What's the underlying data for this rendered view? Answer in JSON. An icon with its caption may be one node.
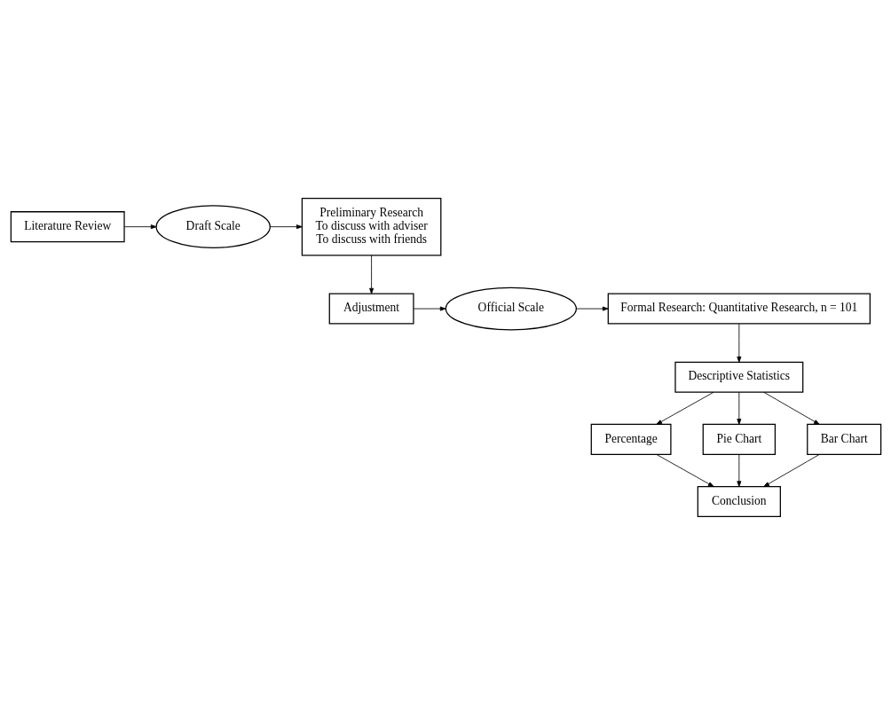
{
  "diagram": {
    "nodes": [
      {
        "text": [
          "Literature Review"
        ]
      },
      {
        "text": [
          "Draft Scale"
        ]
      },
      {
        "text": [
          "Preliminary Research",
          "To discuss with adviser",
          "To discuss with friends"
        ]
      },
      {
        "text": [
          "Adjustment"
        ]
      },
      {
        "text": [
          "Official Scale"
        ]
      },
      {
        "text": [
          "Formal Research: Quantitative Research, n = 101"
        ]
      },
      {
        "text": [
          "Descriptive Statistics"
        ]
      },
      {
        "text": [
          "Percentage"
        ]
      },
      {
        "text": [
          "Pie Chart"
        ]
      },
      {
        "text": [
          "Bar Chart"
        ]
      },
      {
        "text": [
          "Conclusion"
        ]
      }
    ],
    "edges": [
      {
        "from": 0,
        "to": 1,
        "arrow": "to"
      },
      {
        "from": 1,
        "to": 2,
        "arrow": "to"
      },
      {
        "from": 2,
        "to": 3,
        "arrow": "to"
      },
      {
        "from": 3,
        "to": 4,
        "arrow": "to"
      },
      {
        "from": 4,
        "to": 5,
        "arrow": "to"
      },
      {
        "from": 5,
        "to": 6,
        "arrow": "to"
      },
      {
        "from": 6,
        "to": 7,
        "arrow": "to"
      },
      {
        "from": 6,
        "to": 8,
        "arrow": "to"
      },
      {
        "from": 6,
        "to": 9,
        "arrow": "to"
      },
      {
        "from": 7,
        "to": 10,
        "arrow": "to"
      },
      {
        "from": 8,
        "to": 10,
        "arrow": "to"
      },
      {
        "from": 9,
        "to": 10,
        "arrow": "to"
      }
    ]
  }
}
